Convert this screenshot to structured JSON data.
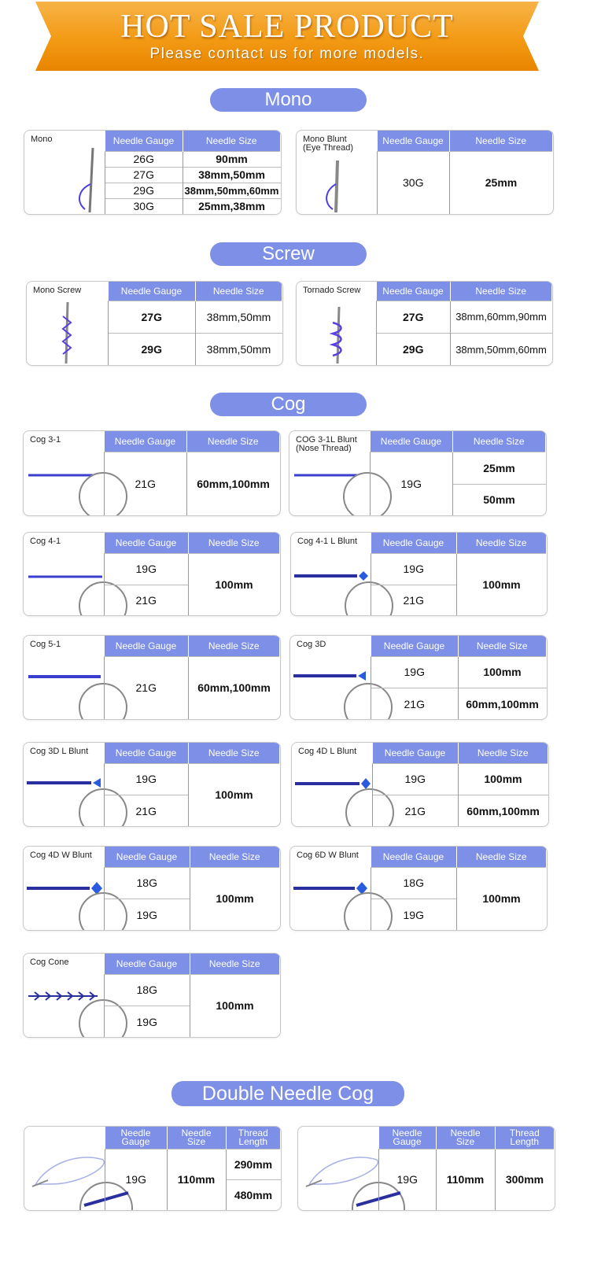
{
  "banner": {
    "title": "HOT SALE PRODUCT",
    "subtitle": "Please contact us for more models."
  },
  "headers": {
    "gauge": "Needle Gauge",
    "size": "Needle Size",
    "needle": "Needle",
    "gauge2": "Gauge",
    "size2": "Size",
    "thread": "Thread",
    "length": "Length"
  },
  "sections": {
    "mono": "Mono",
    "screw": "Screw",
    "cog": "Cog",
    "double": "Double Needle Cog"
  },
  "mono": {
    "label": "Mono",
    "rows": [
      [
        "26G",
        "90mm"
      ],
      [
        "27G",
        "38mm,50mm"
      ],
      [
        "29G",
        "38mm,50mm,60mm"
      ],
      [
        "30G",
        "25mm,38mm"
      ]
    ]
  },
  "mono_blunt": {
    "label1": "Mono Blunt",
    "label2": "(Eye Thread)",
    "gauge": "30G",
    "size": "25mm"
  },
  "mono_screw": {
    "label": "Mono Screw",
    "rows": [
      [
        "27G",
        "38mm,50mm"
      ],
      [
        "29G",
        "38mm,50mm"
      ]
    ]
  },
  "tornado_screw": {
    "label": "Tornado Screw",
    "rows": [
      [
        "27G",
        "38mm,60mm,90mm"
      ],
      [
        "29G",
        "38mm,50mm,60mm"
      ]
    ]
  },
  "cog31": {
    "label": "Cog 3-1",
    "gauge": "21G",
    "size": "60mm,100mm"
  },
  "cog31l": {
    "label1": "COG 3-1L Blunt",
    "label2": "(Nose Thread)",
    "gauge": "19G",
    "size1": "25mm",
    "size2": "50mm"
  },
  "cog41": {
    "label": "Cog 4-1",
    "gauge1": "19G",
    "gauge2": "21G",
    "size": "100mm"
  },
  "cog41l": {
    "label": "Cog 4-1 L Blunt",
    "gauge1": "19G",
    "gauge2": "21G",
    "size": "100mm"
  },
  "cog51": {
    "label": "Cog 5-1",
    "gauge": "21G",
    "size": "60mm,100mm"
  },
  "cog3d": {
    "label": "Cog  3D",
    "gauge1": "19G",
    "gauge2": "21G",
    "size1": "100mm",
    "size2": "60mm,100mm"
  },
  "cog3dl": {
    "label": "Cog  3D L Blunt",
    "gauge1": "19G",
    "gauge2": "21G",
    "size": "100mm"
  },
  "cog4dl": {
    "label": "Cog  4D L Blunt",
    "gauge1": "19G",
    "gauge2": "21G",
    "size1": "100mm",
    "size2": "60mm,100mm"
  },
  "cog4dw": {
    "label": "Cog  4D W Blunt",
    "gauge1": "18G",
    "gauge2": "19G",
    "size": "100mm"
  },
  "cog6dw": {
    "label": "Cog  6D W Blunt",
    "gauge1": "18G",
    "gauge2": "19G",
    "size": "100mm"
  },
  "cogcone": {
    "label": "Cog  Cone",
    "gauge1": "18G",
    "gauge2": "19G",
    "size": "100mm"
  },
  "double1": {
    "gauge": "19G",
    "size": "110mm",
    "len1": "290mm",
    "len2": "480mm"
  },
  "double2": {
    "gauge": "19G",
    "size": "110mm",
    "len": "300mm"
  },
  "colors": {
    "accent": "#7d8fe6",
    "thread": "#3a3fd0",
    "banner": "#f5a623"
  }
}
